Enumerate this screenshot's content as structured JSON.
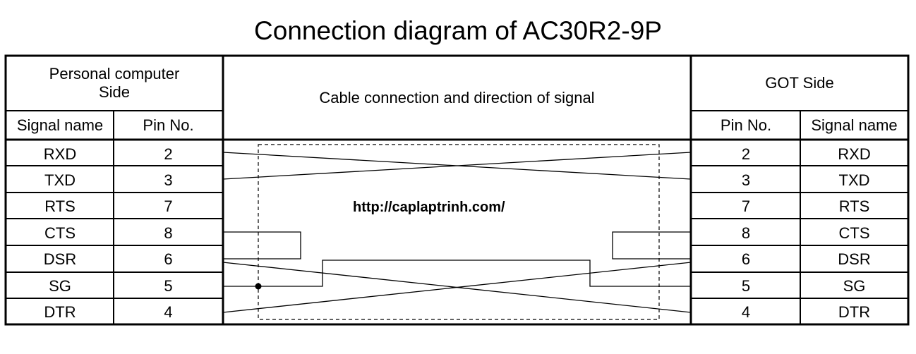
{
  "title": "Connection diagram of AC30R2-9P",
  "headers": {
    "pc_side": "Personal computer\nSide",
    "cable": "Cable connection and direction of signal",
    "got_side": "GOT Side",
    "signal_name": "Signal name",
    "pin_no": "Pin No."
  },
  "pc_rows": [
    {
      "signal": "RXD",
      "pin": "2"
    },
    {
      "signal": "TXD",
      "pin": "3"
    },
    {
      "signal": "RTS",
      "pin": "7"
    },
    {
      "signal": "CTS",
      "pin": "8"
    },
    {
      "signal": "DSR",
      "pin": "6"
    },
    {
      "signal": "SG",
      "pin": "5"
    },
    {
      "signal": "DTR",
      "pin": "4"
    }
  ],
  "got_rows": [
    {
      "pin": "2",
      "signal": "RXD"
    },
    {
      "pin": "3",
      "signal": "TXD"
    },
    {
      "pin": "7",
      "signal": "RTS"
    },
    {
      "pin": "8",
      "signal": "CTS"
    },
    {
      "pin": "6",
      "signal": "DSR"
    },
    {
      "pin": "5",
      "signal": "SG"
    },
    {
      "pin": "4",
      "signal": "DTR"
    }
  ],
  "watermark": "http://caplaptrinh.com/"
}
